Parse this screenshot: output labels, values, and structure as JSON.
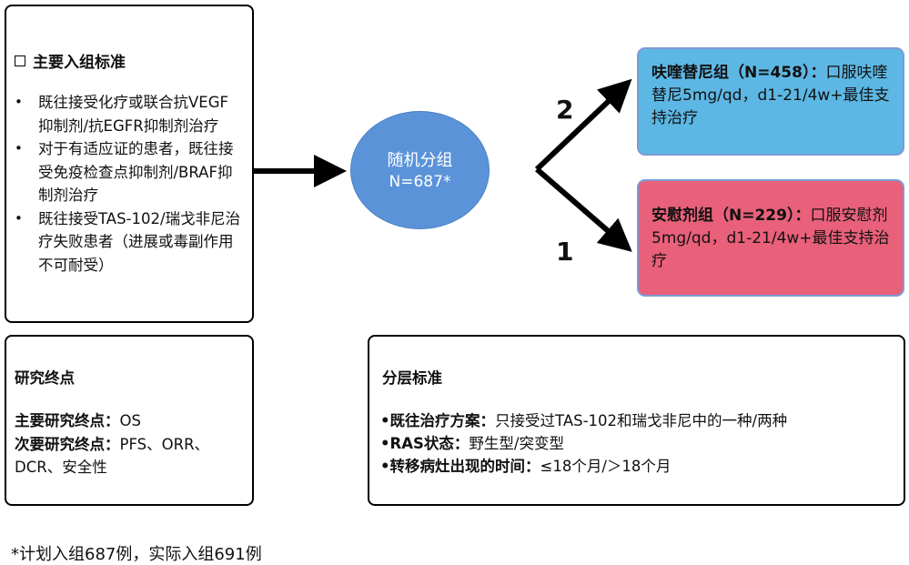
{
  "inclusion": {
    "title": "主要入组标准",
    "items": [
      "既往接受化疗或联合抗VEGF抑制剂/抗EGFR抑制剂治疗",
      "对于有适应证的患者，既往接受免疫检查点抑制剂/BRAF抑制剂治疗",
      "既往接受TAS-102/瑞戈非尼治疗失败患者（进展或毒副作用不可耐受）"
    ]
  },
  "endpoints": {
    "title": "研究终点",
    "primary_label": "主要研究终点：",
    "primary_value": "OS",
    "secondary_label": "次要研究终点：",
    "secondary_value": "PFS、ORR、DCR、安全性"
  },
  "stratification": {
    "title": "分层标准",
    "items": [
      {
        "label": "•既往治疗方案：",
        "value": "只接受过TAS-102和瑞戈非尼中的一种/两种"
      },
      {
        "label": "•RAS状态：",
        "value": "野生型/突变型"
      },
      {
        "label": "•转移病灶出现的时间：",
        "value": "≤18个月/＞18个月"
      }
    ]
  },
  "randomization": {
    "line1": "随机分组",
    "line2": "N=687*"
  },
  "arms": [
    {
      "ratio": "2",
      "name": "呋喹替尼组（N=458）：",
      "desc": "口服呋喹替尼5mg/qd，d1-21/4w+最佳支持治疗",
      "color": "#5db7e4"
    },
    {
      "ratio": "1",
      "name": "安慰剂组（N=229）：",
      "desc": "口服安慰剂5mg/qd，d1-21/4w+最佳支持治疗",
      "color": "#e9607a"
    }
  ],
  "footnote": "*计划入组687例，实际入组691例"
}
